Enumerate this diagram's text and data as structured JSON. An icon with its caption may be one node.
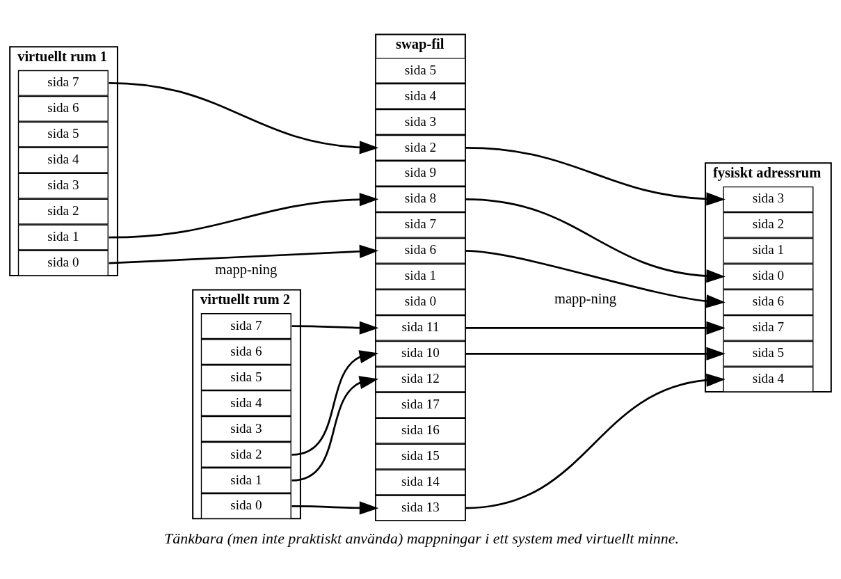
{
  "diagram": {
    "caption": "Tänkbara (men inte praktiskt använda) mappningar i ett system med virtuellt minne.",
    "nodes": [
      {
        "text": [
          "virtuellt rum 1"
        ]
      },
      {
        "text": [
          "sida 0"
        ],
        "in": 0
      },
      {
        "text": [
          "sida 1"
        ],
        "in": 0
      },
      {
        "text": [
          "sida 2"
        ],
        "in": 0
      },
      {
        "text": [
          "sida 3"
        ],
        "in": 0
      },
      {
        "text": [
          "sida 4"
        ],
        "in": 0
      },
      {
        "text": [
          "sida 5"
        ],
        "in": 0
      },
      {
        "text": [
          "sida 6"
        ],
        "in": 0
      },
      {
        "text": [
          "sida 7"
        ],
        "in": 0
      },
      {
        "text": [
          "virtuellt rum 2"
        ]
      },
      {
        "text": [
          "sida 0"
        ],
        "in": 9
      },
      {
        "text": [
          "sida 1"
        ],
        "in": 9
      },
      {
        "text": [
          "sida 2"
        ],
        "in": 9
      },
      {
        "text": [
          "sida 3"
        ],
        "in": 9
      },
      {
        "text": [
          "sida 4"
        ],
        "in": 9
      },
      {
        "text": [
          "sida 5"
        ],
        "in": 9
      },
      {
        "text": [
          "sida 6"
        ],
        "in": 9
      },
      {
        "text": [
          "sida 7"
        ],
        "in": 9
      },
      {
        "text": [
          "swap-fil"
        ]
      },
      {
        "text": [
          "sida 0"
        ],
        "in": 18
      },
      {
        "text": [
          "sida 1"
        ],
        "in": 18
      },
      {
        "text": [
          "sida 2"
        ],
        "in": 18
      },
      {
        "text": [
          "sida 3"
        ],
        "in": 18
      },
      {
        "text": [
          "sida 4"
        ],
        "in": 18
      },
      {
        "text": [
          "sida 5"
        ],
        "in": 18
      },
      {
        "text": [
          "sida 6"
        ],
        "in": 18
      },
      {
        "text": [
          "sida 7"
        ],
        "in": 18
      },
      {
        "text": [
          "sida 8"
        ],
        "in": 18
      },
      {
        "text": [
          "sida 9"
        ],
        "in": 18
      },
      {
        "text": [
          "sida 10"
        ],
        "in": 18
      },
      {
        "text": [
          "sida 11"
        ],
        "in": 18
      },
      {
        "text": [
          "sida 12"
        ],
        "in": 18
      },
      {
        "text": [
          "sida 13"
        ],
        "in": 18
      },
      {
        "text": [
          "sida 14"
        ],
        "in": 18
      },
      {
        "text": [
          "sida 15"
        ],
        "in": 18
      },
      {
        "text": [
          "sida 16"
        ],
        "in": 18
      },
      {
        "text": [
          "sida 17"
        ],
        "in": 18
      },
      {
        "text": [
          "fysiskt adressrum"
        ]
      },
      {
        "text": [
          "sida 0"
        ],
        "in": 37
      },
      {
        "text": [
          "sida 1"
        ],
        "in": 37
      },
      {
        "text": [
          "sida 2"
        ],
        "in": 37
      },
      {
        "text": [
          "sida 3"
        ],
        "in": 37
      },
      {
        "text": [
          "sida 4"
        ],
        "in": 37
      },
      {
        "text": [
          "sida 5"
        ],
        "in": 37
      },
      {
        "text": [
          "sida 6"
        ],
        "in": 37
      },
      {
        "text": [
          "sida 7"
        ],
        "in": 37
      }
    ],
    "edges": [
      {
        "from": 1,
        "to": 25,
        "arrow": "to"
      },
      {
        "from": 2,
        "to": 27,
        "arrow": "to"
      },
      {
        "from": 8,
        "to": 21,
        "arrow": "to"
      },
      {
        "from": 10,
        "to": 32,
        "arrow": "to"
      },
      {
        "from": 11,
        "to": 31,
        "arrow": "to"
      },
      {
        "from": 12,
        "to": 29,
        "arrow": "to"
      },
      {
        "from": 17,
        "to": 30,
        "arrow": "to"
      },
      {
        "from": 21,
        "to": 41,
        "arrow": "to"
      },
      {
        "from": 25,
        "to": 44,
        "arrow": "to"
      },
      {
        "from": 27,
        "to": 38,
        "arrow": "to"
      },
      {
        "from": 29,
        "to": 43,
        "arrow": "to"
      },
      {
        "from": 30,
        "to": 45,
        "arrow": "to"
      },
      {
        "from": 32,
        "to": 42,
        "arrow": "to"
      }
    ],
    "labels": [
      "mapp-ning",
      "mapp-ning"
    ]
  }
}
